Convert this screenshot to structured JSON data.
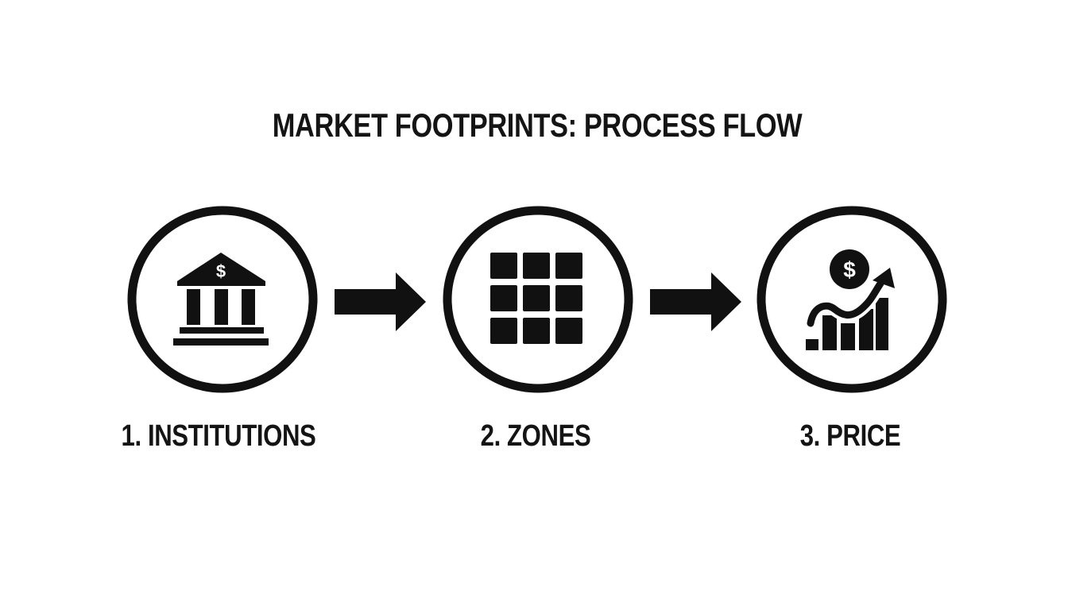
{
  "title": "MARKET FOOTPRINTS: PROCESS FLOW",
  "steps": [
    {
      "label": "1. INSTITUTIONS",
      "icon": "bank-icon"
    },
    {
      "label": "2. ZONES",
      "icon": "grid-icon"
    },
    {
      "label": "3. PRICE",
      "icon": "price-growth-icon"
    }
  ],
  "bank_symbol": "$",
  "price_symbol": "$",
  "colors": {
    "background": "#ffffff",
    "ink": "#111111"
  }
}
